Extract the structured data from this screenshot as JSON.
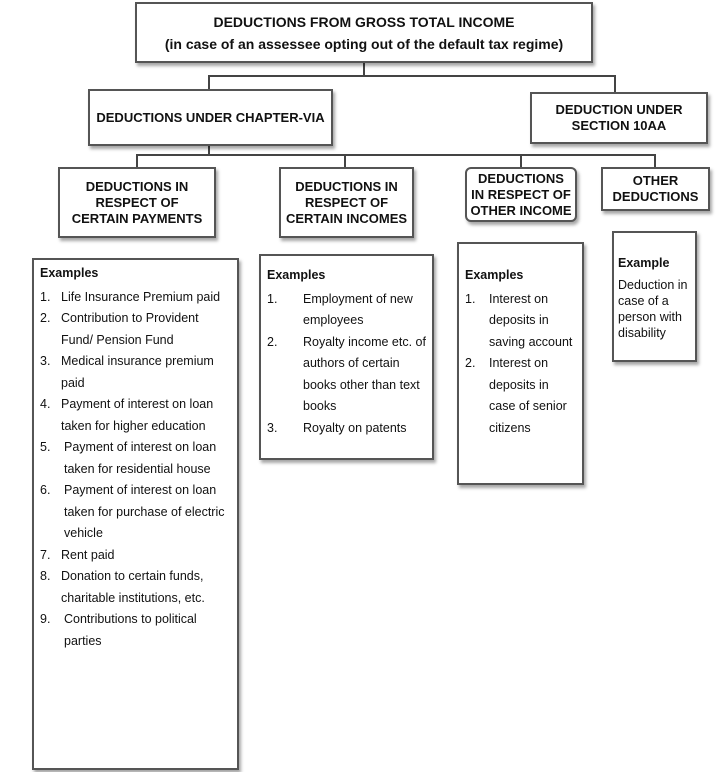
{
  "root": {
    "title": "DEDUCTIONS FROM GROSS TOTAL INCOME",
    "subtitle": "(in case of an assessee opting out of the default tax regime)"
  },
  "level1": {
    "chapter_via": "DEDUCTIONS UNDER CHAPTER-VIA",
    "section_10aa": "DEDUCTION UNDER SECTION 10AA"
  },
  "categories": {
    "payments": {
      "label": "DEDUCTIONS IN RESPECT OF CERTAIN PAYMENTS",
      "examples_label": "Examples",
      "items": [
        {
          "num": "1.",
          "text": "Life Insurance Premium paid"
        },
        {
          "num": "2.",
          "text": "Contribution to Provident Fund/ Pension Fund"
        },
        {
          "num": "3.",
          "text": "Medical insurance premium paid"
        },
        {
          "num": "4.",
          "text": "Payment of interest on loan taken for higher education"
        },
        {
          "num": "5.",
          "text": "Payment of interest on loan taken for residential house"
        },
        {
          "num": "6.",
          "text": "Payment of interest on loan taken for purchase of electric vehicle"
        },
        {
          "num": "7.",
          "text": "Rent paid"
        },
        {
          "num": "8.",
          "text": "Donation to certain funds, charitable institutions, etc."
        },
        {
          "num": "9.",
          "text": "Contributions to political parties"
        }
      ]
    },
    "incomes": {
      "label": "DEDUCTIONS IN RESPECT OF CERTAIN INCOMES",
      "examples_label": "Examples",
      "items": [
        {
          "num": "1.",
          "text": "Employment of new employees"
        },
        {
          "num": "2.",
          "text": "Royalty income etc. of authors of certain books other than text books"
        },
        {
          "num": "3.",
          "text": "Royalty on patents"
        }
      ]
    },
    "other_income": {
      "label": "DEDUCTIONS IN RESPECT OF OTHER INCOME",
      "examples_label": "Examples",
      "items": [
        {
          "num": "1.",
          "text": "Interest on deposits in saving account"
        },
        {
          "num": "2.",
          "text": "Interest on deposits in case of senior citizens"
        }
      ]
    },
    "other_deductions": {
      "label": "OTHER DEDUCTIONS",
      "examples_label": "Example",
      "text": "Deduction in case of a person with disability"
    }
  }
}
